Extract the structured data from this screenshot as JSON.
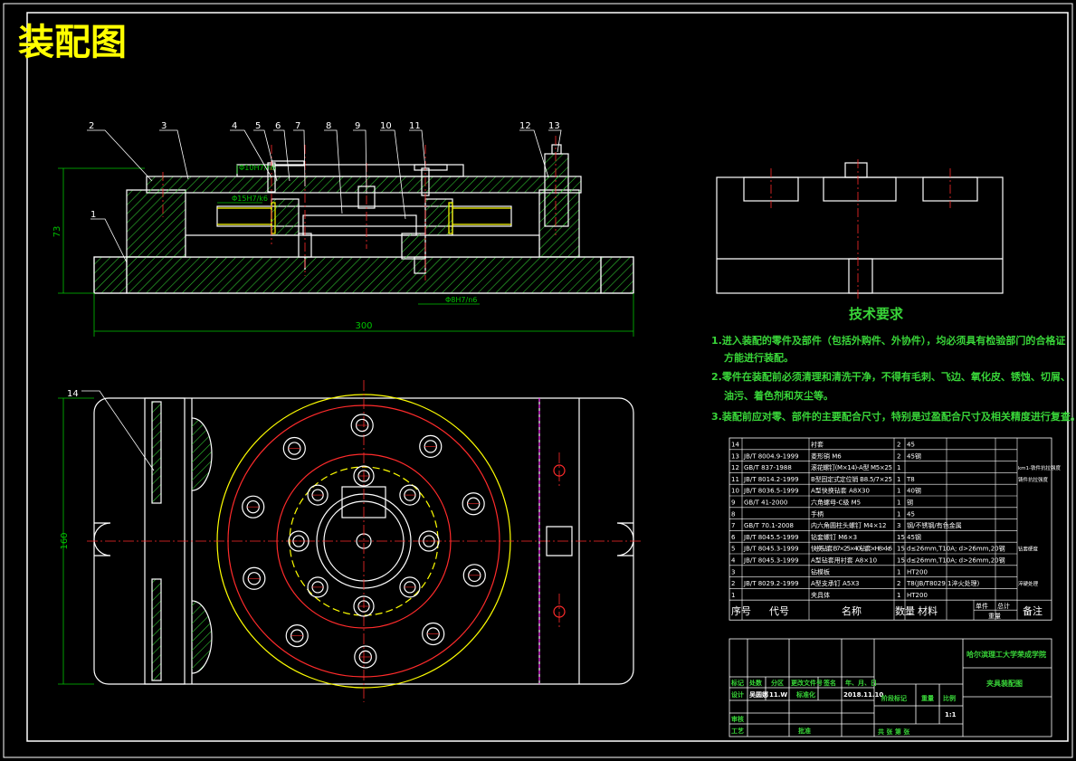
{
  "title": "装配图",
  "balloons": [
    "1",
    "2",
    "3",
    "4",
    "5",
    "6",
    "7",
    "8",
    "9",
    "10",
    "11",
    "12",
    "13",
    "14"
  ],
  "dimensions": {
    "height": "73",
    "length": "300",
    "width": "160",
    "dia_small": "Φ10H7/n6",
    "dia_bore": "Φ15H7/k6",
    "dia_pin": "Φ8H7/n6"
  },
  "tech": {
    "heading": "技术要求",
    "lines": [
      "1.进入装配的零件及部件（包括外购件、外协件），均必须具有检验部门的合格证",
      "方能进行装配。",
      "2.零件在装配前必须清理和清洗干净，不得有毛刺、飞边、氧化皮、锈蚀、切屑、",
      "油污、着色剂和灰尘等。",
      "3.装配前应对零、部件的主要配合尺寸，特别是过盈配合尺寸及相关精度进行复查。"
    ]
  },
  "bom": {
    "rows": [
      {
        "no": "14",
        "code": "",
        "name": "衬套",
        "qty": "2",
        "mat": "45",
        "note": ""
      },
      {
        "no": "13",
        "code": "JB/T 8004.9-1999",
        "name": "菱形销 M6",
        "qty": "2",
        "mat": "45钢",
        "note": ""
      },
      {
        "no": "12",
        "code": "GB/T 837-1988",
        "name": "滚花螺钉(M×14)-A型 M5×25",
        "qty": "1",
        "mat": "",
        "note": "km1-铁件抗拉强度"
      },
      {
        "no": "11",
        "code": "JB/T 8014.2-1999",
        "name": "B型固定式定位销 B8.5/7×25",
        "qty": "1",
        "mat": "T8",
        "note": "铸件抗拉强度"
      },
      {
        "no": "10",
        "code": "JB/T 8036.5-1999",
        "name": "A型快换钻套 A8X30",
        "qty": "1",
        "mat": "40钢",
        "note": ""
      },
      {
        "no": "9",
        "code": "GB/T 41-2000",
        "name": "六角螺母-C级 M5",
        "qty": "1",
        "mat": "钢",
        "note": ""
      },
      {
        "no": "8",
        "code": "",
        "name": "手柄",
        "qty": "1",
        "mat": "45",
        "note": ""
      },
      {
        "no": "7",
        "code": "GB/T 70.1-2008",
        "name": "内六角圆柱头螺钉 M4×12",
        "qty": "3",
        "mat": "钢/不锈钢/有色金属",
        "note": ""
      },
      {
        "no": "6",
        "code": "JB/T 8045.5-1999",
        "name": "钻套螺钉 M6×3",
        "qty": "15",
        "mat": "45钢",
        "note": ""
      },
      {
        "no": "5",
        "code": "JB/T 8045.3-1999",
        "name": "快换钻套 B7×25×40钻套×H8×k6",
        "qty": "15",
        "mat": "d≤26mm,T10A; d>26mm,20钢",
        "note": "钻套硬度"
      },
      {
        "no": "4",
        "code": "JB/T 8045.3-1999",
        "name": "A型钻套用衬套 A8×10",
        "qty": "15",
        "mat": "d≤26mm,T10A; d>26mm,20钢",
        "note": ""
      },
      {
        "no": "3",
        "code": "",
        "name": "钻模板",
        "qty": "1",
        "mat": "HT200",
        "note": ""
      },
      {
        "no": "2",
        "code": "JB/T 8029.2-1999",
        "name": "A型支承钉 A5X3",
        "qty": "2",
        "mat": "T8(JB/T8029.1淬火处理)",
        "note": "淬硬处理"
      },
      {
        "no": "1",
        "code": "",
        "name": "夹具体",
        "qty": "1",
        "mat": "HT200",
        "note": ""
      }
    ],
    "header": {
      "no": "序号",
      "code": "代号",
      "name": "名称",
      "qty": "数量",
      "mat": "材料",
      "unit": "单件",
      "total": "总计",
      "weight": "重量",
      "note": "备注"
    }
  },
  "titleblock": {
    "school": "哈尔滨理工大学荣成学院",
    "drawing_name": "夹具装配图",
    "mark": "标记",
    "count": "处数",
    "zone": "分区",
    "docno": "更改文件号",
    "sign": "签名",
    "date": "年、月、日",
    "design": "设计",
    "designer": "吴圆娜",
    "std": "标准化",
    "date_val": "2018.11.10",
    "date_short": "11.W",
    "stage": "阶段标记",
    "weight": "重量",
    "scale": "比例",
    "scale_val": "1:1",
    "review": "审核",
    "process": "工艺",
    "approve": "批准",
    "sheets": "共    张    第    张"
  },
  "colors": {
    "frame": "#ffffff",
    "cut": "#39d639",
    "center": "#ff2b2b",
    "dim": "#00c400",
    "yellow": "#ffff00",
    "magenta": "#ff00ff"
  }
}
